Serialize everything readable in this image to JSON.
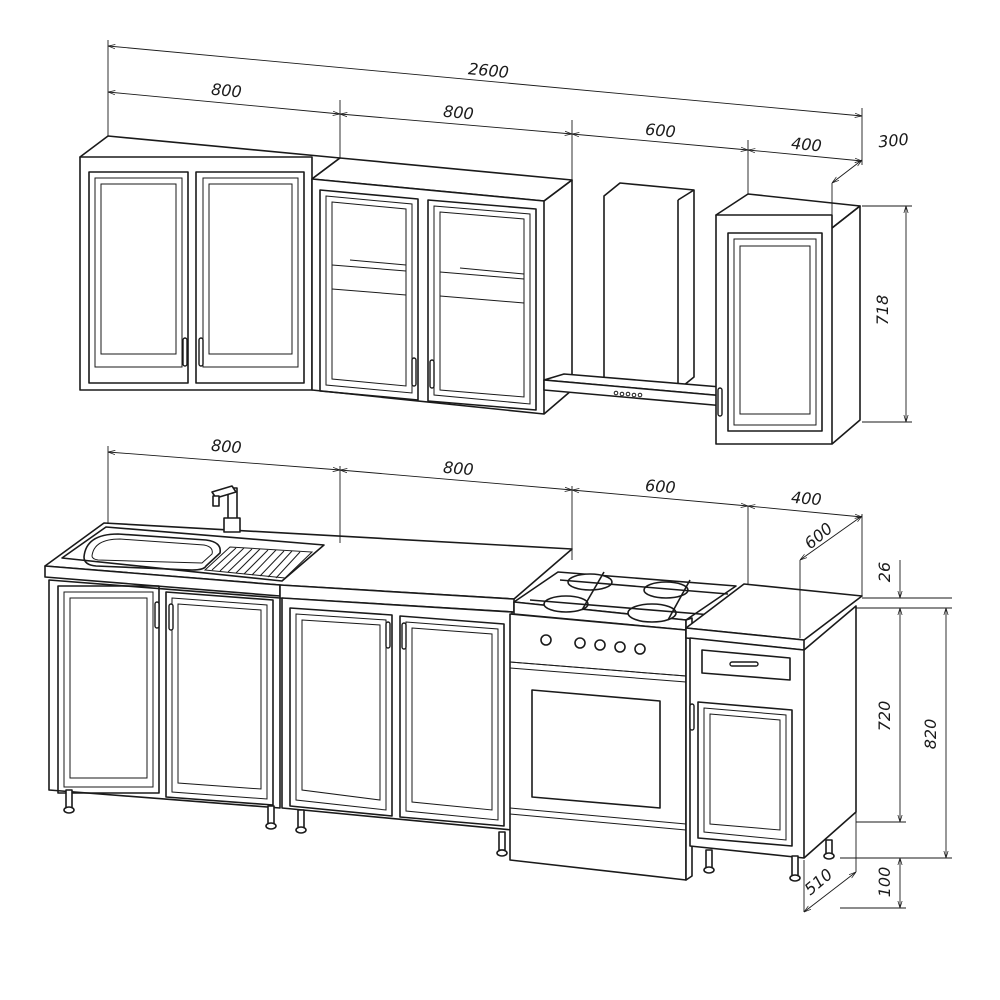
{
  "dimensions": {
    "upper_total": "2600",
    "upper_seg1": "800",
    "upper_seg2": "800",
    "upper_seg3": "600",
    "upper_seg4": "400",
    "upper_depth": "300",
    "upper_height": "718",
    "lower_seg1": "800",
    "lower_seg2": "800",
    "lower_seg3": "600",
    "lower_seg4": "400",
    "lower_depth": "600",
    "worktop": "26",
    "cabinet_height": "720",
    "total_height": "820",
    "leg_height": "100",
    "stove_depth": "510"
  }
}
